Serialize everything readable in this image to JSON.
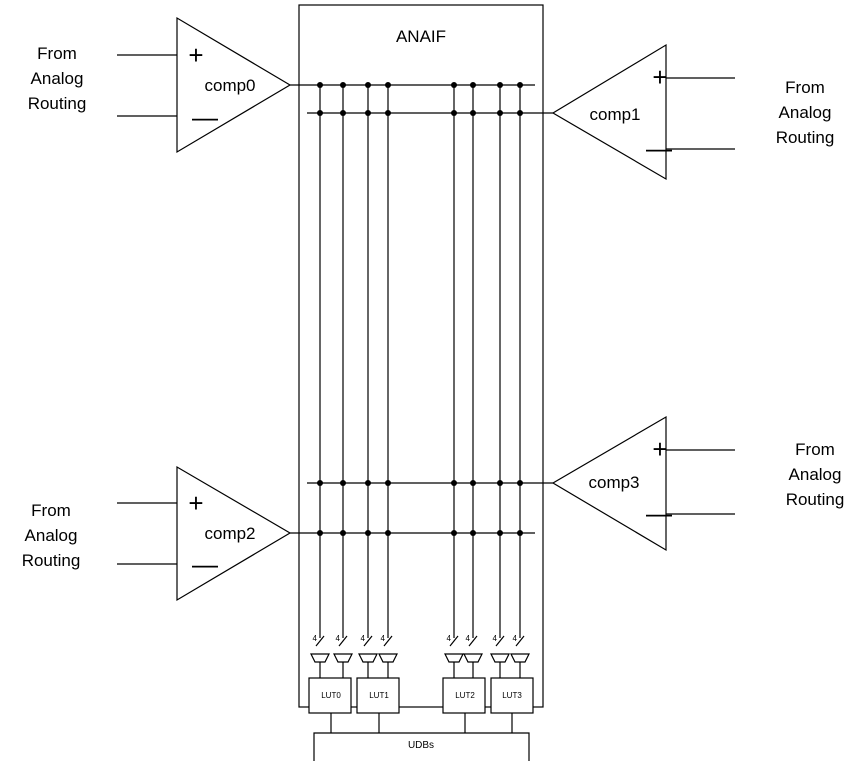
{
  "block_title": "ANAIF",
  "bottom_block": "UDBs",
  "input_label_lines": [
    "From",
    "Analog",
    "Routing"
  ],
  "plus_sign": "+",
  "minus_sign": "—",
  "comparators": [
    "comp0",
    "comp1",
    "comp2",
    "comp3"
  ],
  "luts": [
    "LUT0",
    "LUT1",
    "LUT2",
    "LUT3"
  ],
  "bus_width_mark": "4"
}
